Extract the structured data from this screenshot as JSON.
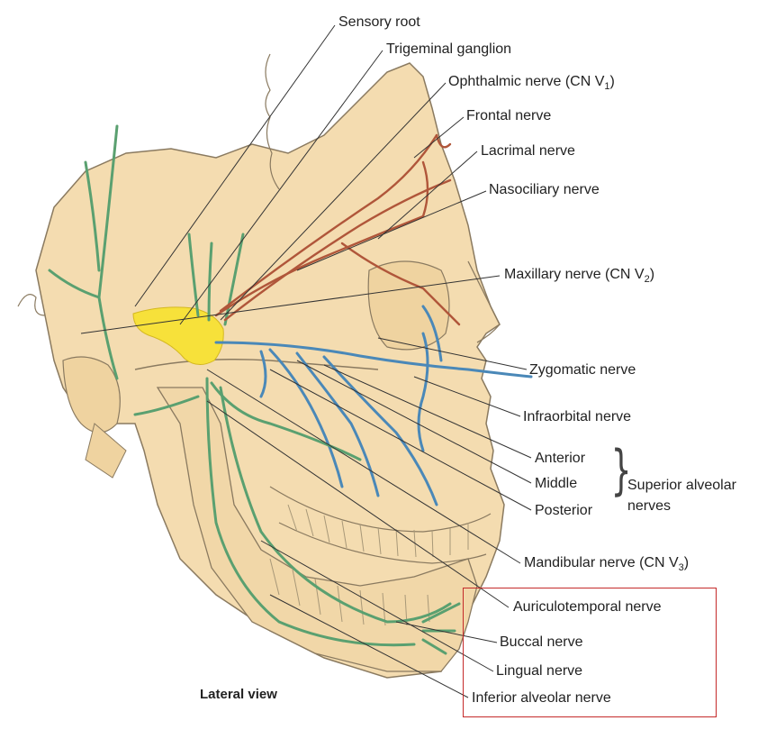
{
  "figure": {
    "caption": "Lateral view"
  },
  "labels": {
    "sensory_root": "Sensory root",
    "trigeminal_ganglion": "Trigeminal ganglion",
    "ophthalmic_nerve": {
      "text": "Ophthalmic nerve (CN V",
      "sub": "1",
      "close": ")"
    },
    "frontal_nerve": "Frontal nerve",
    "lacrimal_nerve": "Lacrimal nerve",
    "nasociliary_nerve": "Nasociliary nerve",
    "maxillary_nerve": {
      "text": "Maxillary nerve (CN V",
      "sub": "2",
      "close": ")"
    },
    "zygomatic_nerve": "Zygomatic nerve",
    "infraorbital_nerve": "Infraorbital nerve",
    "anterior": "Anterior",
    "middle": "Middle",
    "posterior": "Posterior",
    "superior_alveolar_line1": "Superior alveolar",
    "superior_alveolar_line2": "nerves",
    "mandibular_nerve": {
      "text": "Mandibular nerve (CN V",
      "sub": "3",
      "close": ")"
    },
    "auriculotemporal_nerve": "Auriculotemporal nerve",
    "buccal_nerve": "Buccal nerve",
    "lingual_nerve": "Lingual nerve",
    "inferior_alveolar_nerve": "Inferior alveolar nerve"
  },
  "colors": {
    "bone": "#f4dcb0",
    "bone_outline": "#8a7a60",
    "ganglion": "#f7e13a",
    "ophthalmic": "#b0563a",
    "maxillary": "#4a88b8",
    "mandibular": "#5aa070",
    "highlight_box": "#c42a2a",
    "leader_line": "#333333"
  }
}
